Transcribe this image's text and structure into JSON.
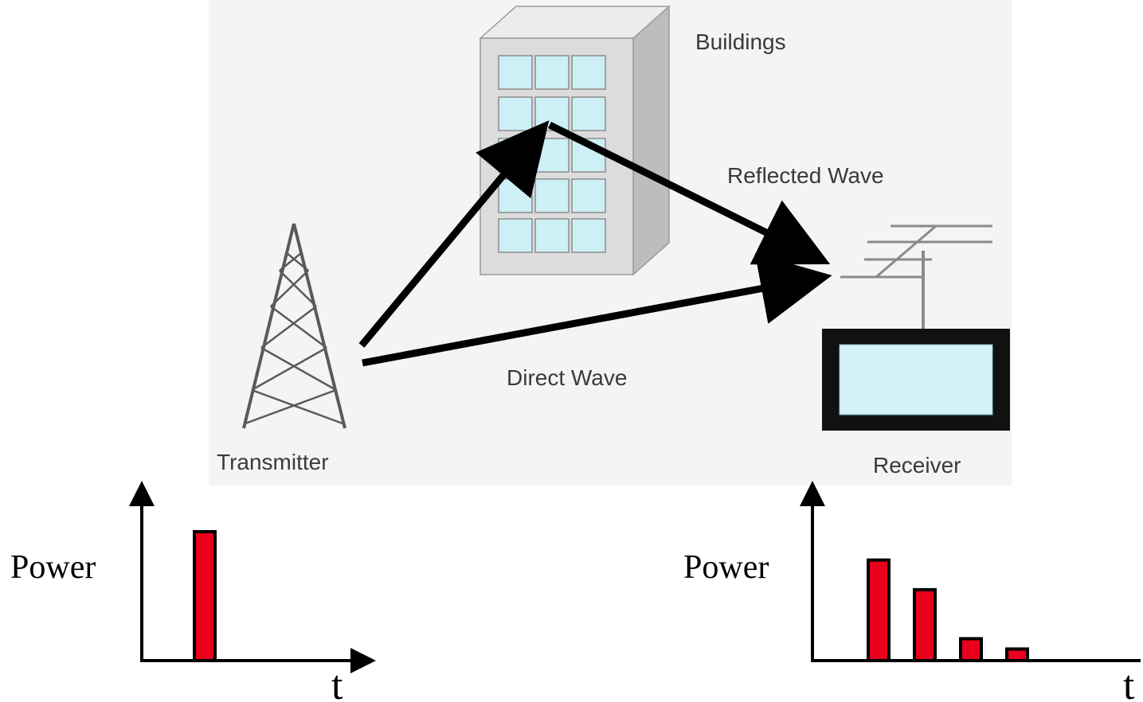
{
  "labels": {
    "buildings": "Buildings",
    "reflected_wave": "Reflected Wave",
    "direct_wave": "Direct Wave",
    "transmitter": "Transmitter",
    "receiver": "Receiver"
  },
  "plots": {
    "transmitter": {
      "ylabel": "Power",
      "xlabel": "t",
      "pulses": [
        {
          "t": 1,
          "power": 1.0
        }
      ]
    },
    "receiver": {
      "ylabel": "Power",
      "xlabel": "t",
      "pulses": [
        {
          "t": 1,
          "power": 0.78
        },
        {
          "t": 2,
          "power": 0.55
        },
        {
          "t": 3,
          "power": 0.17
        },
        {
          "t": 4,
          "power": 0.09
        }
      ]
    }
  },
  "colors": {
    "pulse_fill": "#e8001c",
    "window_fill": "#cdeff6",
    "building_face": "#dcdcdc",
    "building_side": "#bdbdbd",
    "screen_fill": "#d4f1f7"
  }
}
